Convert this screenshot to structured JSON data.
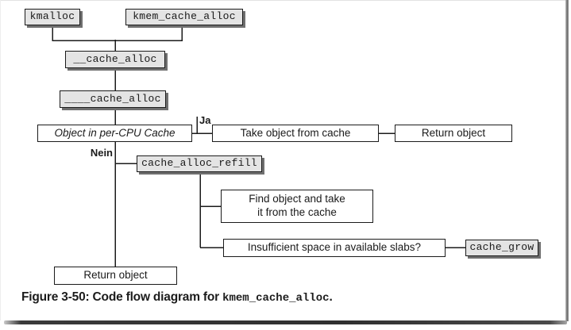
{
  "diagram": {
    "nodes": {
      "kmalloc": {
        "label": "kmalloc"
      },
      "kmem_cache_alloc": {
        "label": "kmem_cache_alloc"
      },
      "cache_alloc_2": {
        "label": "__cache_alloc"
      },
      "cache_alloc_4": {
        "label": "____cache_alloc"
      },
      "object_in_percpu_cache": {
        "label": "Object in per-CPU Cache"
      },
      "take_object_from_cache": {
        "label": "Take object from cache"
      },
      "return_object_top": {
        "label": "Return object"
      },
      "cache_alloc_refill": {
        "label": "cache_alloc_refill"
      },
      "find_object": {
        "line1": "Find object and take",
        "line2": "it from the cache"
      },
      "insufficient_space": {
        "label": "Insufficient space in available slabs?"
      },
      "cache_grow": {
        "label": "cache_grow"
      },
      "return_object_bottom": {
        "label": "Return object"
      }
    },
    "edge_labels": {
      "yes": "Ja",
      "no": "Nein"
    },
    "colors": {
      "box_fill_gray": "#e4e4e4",
      "box_fill_white": "#ffffff",
      "box_border": "#1b1b1b",
      "box_shadow": "#6f6f6f",
      "line": "#1b1b1b"
    }
  },
  "caption": {
    "prefix": "Figure 3-50: Code flow diagram for ",
    "code": "kmem_cache_alloc",
    "suffix": "."
  }
}
